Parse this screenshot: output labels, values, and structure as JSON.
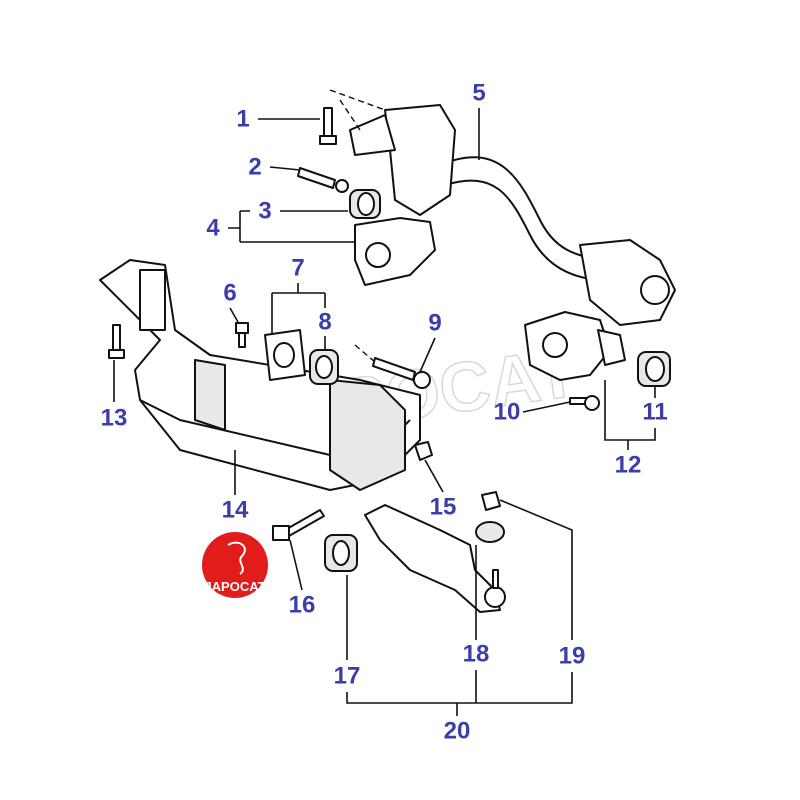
{
  "callouts": [
    "1",
    "2",
    "3",
    "4",
    "5",
    "6",
    "7",
    "8",
    "9",
    "10",
    "11",
    "12",
    "13",
    "14",
    "15",
    "16",
    "17",
    "18",
    "19",
    "20"
  ],
  "logo": {
    "text": "JAPOCAT",
    "color": "#e21b1b"
  },
  "watermark": "JAPOCAT",
  "colors": {
    "label": "#3a3dab",
    "line": "#111111"
  }
}
